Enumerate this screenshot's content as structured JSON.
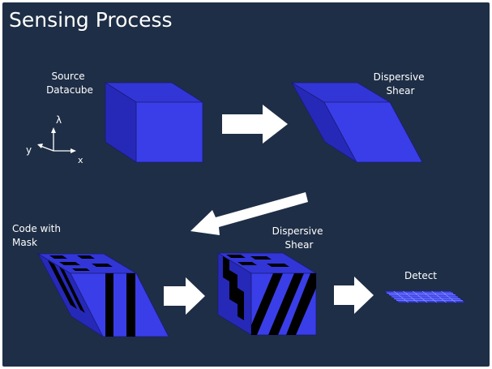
{
  "title": "Sensing Process",
  "labels": {
    "source": [
      "Source",
      "Datacube"
    ],
    "shear_top": [
      "Dispersive",
      "Shear"
    ],
    "code_mask": [
      "Code with",
      "Mask"
    ],
    "shear_bottom": [
      "Dispersive",
      "Shear"
    ],
    "detect": "Detect"
  },
  "axes": {
    "lambda": "λ",
    "y": "y",
    "x": "x"
  },
  "colors": {
    "background": "#1e2e46",
    "cube_front": "#3a3ee8",
    "cube_top": "#3236d6",
    "cube_side": "#2629b8",
    "mask": "#000000",
    "arrow": "#ffffff"
  }
}
